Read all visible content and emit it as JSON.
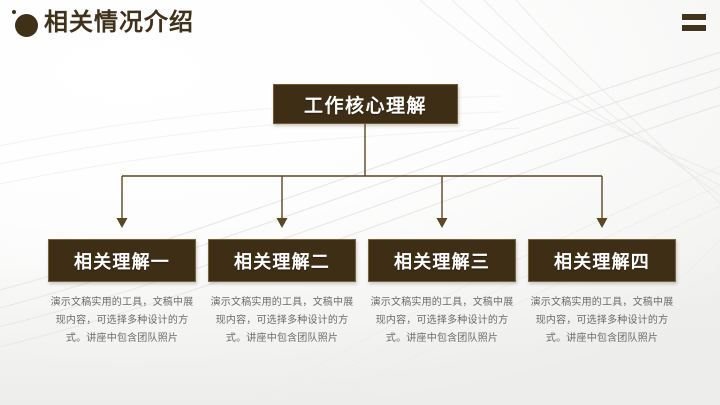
{
  "header": {
    "title": "相关情况介绍",
    "bullet_icon": "filled-circle-icon",
    "dot_icon": "small-dot-icon",
    "menu_icon": "hamburger-menu-icon"
  },
  "colors": {
    "brand_dark": "#3D2E15",
    "brand_title": "#40311A",
    "box_border": "#77633E",
    "connector": "#5A4723",
    "body_text": "#6B6B6B",
    "background": "#FFFFFF"
  },
  "diagram": {
    "type": "tree",
    "root": {
      "label": "工作核心理解"
    },
    "nodes": [
      {
        "label": "相关理解一",
        "description": "演示文稿实用的工具，文稿中展现内容，可选择多种设计的方式。讲座中包含团队照片"
      },
      {
        "label": "相关理解二",
        "description": "演示文稿实用的工具，文稿中展现内容，可选择多种设计的方式。讲座中包含团队照片"
      },
      {
        "label": "相关理解三",
        "description": "演示文稿实用的工具，文稿中展现内容，可选择多种设计的方式。讲座中包含团队照片"
      },
      {
        "label": "相关理解四",
        "description": "演示文稿实用的工具，文稿中展现内容，可选择多种设计的方式。讲座中包含团队照片"
      }
    ],
    "connector_icon": "arrow-down-icon"
  }
}
